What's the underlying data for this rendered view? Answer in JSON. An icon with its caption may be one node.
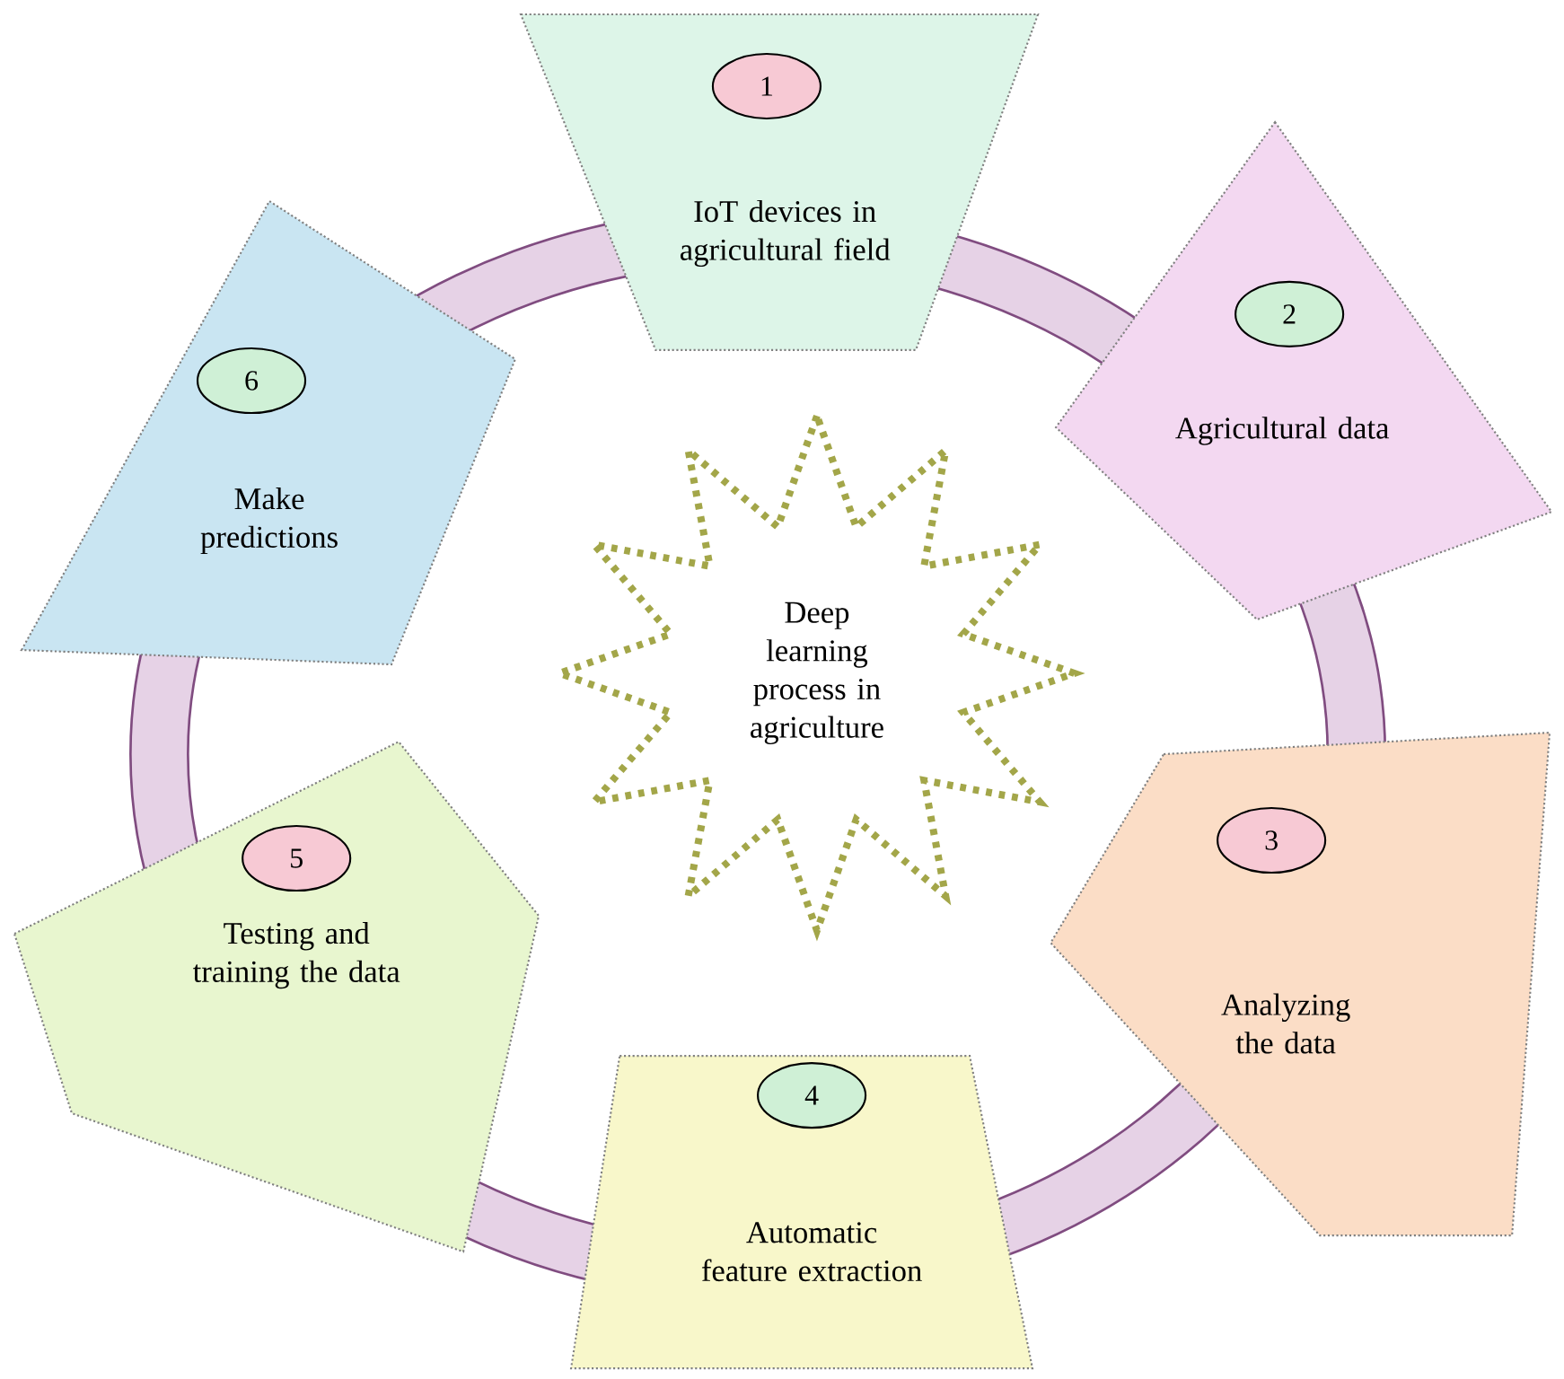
{
  "diagram": {
    "nodes": [
      {
        "text": [
          "Deep learning process in agriculture"
        ]
      },
      {
        "text": [
          "1",
          "IoT devices in agricultural field"
        ]
      },
      {
        "text": [
          "2",
          "Agricultural data"
        ]
      },
      {
        "text": [
          "3",
          "Analyzing the data"
        ]
      },
      {
        "text": [
          "4",
          "Automatic feature extraction"
        ]
      },
      {
        "text": [
          "5",
          "Testing and training the data"
        ]
      },
      {
        "text": [
          "6",
          "Make predictions"
        ]
      }
    ]
  }
}
